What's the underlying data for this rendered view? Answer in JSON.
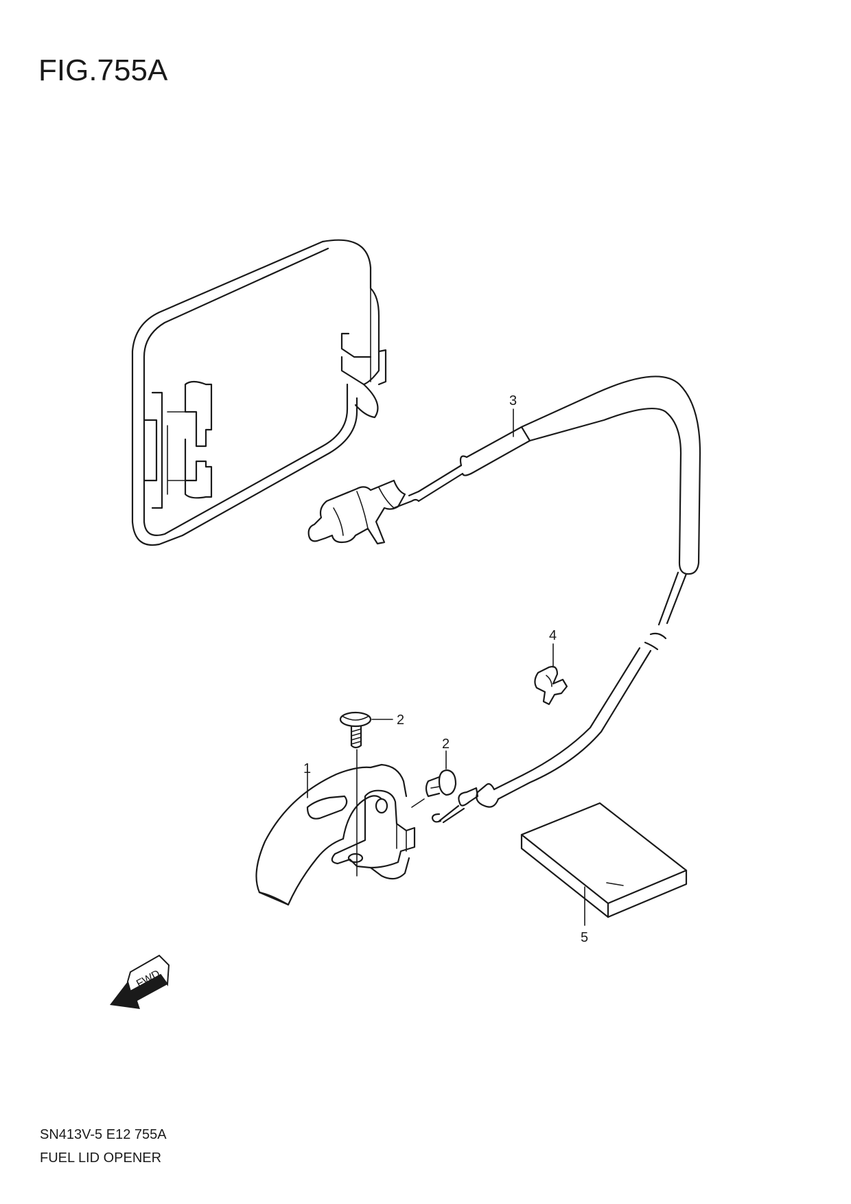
{
  "figure": {
    "title": "FIG.755A"
  },
  "callouts": [
    {
      "id": "part-1",
      "label": "1"
    },
    {
      "id": "part-2a",
      "label": "2"
    },
    {
      "id": "part-2b",
      "label": "2"
    },
    {
      "id": "part-3",
      "label": "3"
    },
    {
      "id": "part-4",
      "label": "4"
    },
    {
      "id": "part-5",
      "label": "5"
    }
  ],
  "direction_arrow": {
    "label": "FWD"
  },
  "footer": {
    "code": "SN413V-5 E12 755A",
    "name": "FUEL LID OPENER"
  }
}
